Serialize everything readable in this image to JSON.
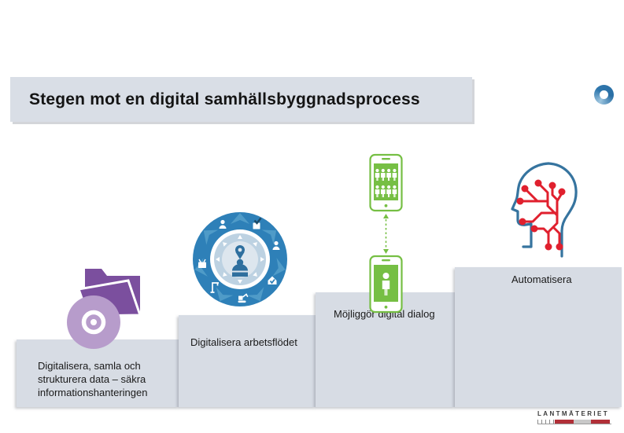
{
  "slide": {
    "title": "Stegen mot en digital samhällsbyggnadsprocess"
  },
  "steps": [
    {
      "label": "Digitalisera, samla och\nstrukturera data – säkra\ninformationshanteringen",
      "icon": "folder-disc-icon"
    },
    {
      "label": "Digitalisera arbetsflödet",
      "icon": "workflow-circle-icon"
    },
    {
      "label": "Möjliggör digital dialog",
      "icon": "phone-dialog-icon"
    },
    {
      "label": "Automatisera",
      "icon": "head-network-icon"
    }
  ],
  "logo": {
    "text": "LANTMÄTERIET"
  },
  "colors": {
    "step_background": "#d7dce4",
    "title_background": "#d9dee6",
    "purple_folder": "#7b4f9e",
    "purple_disc": "#b79ccb",
    "workflow_blue": "#2e80b8",
    "dialog_green": "#76bf44",
    "head_outline_blue": "#36749f",
    "network_red": "#e0202e",
    "logo_red": "#b13038"
  }
}
